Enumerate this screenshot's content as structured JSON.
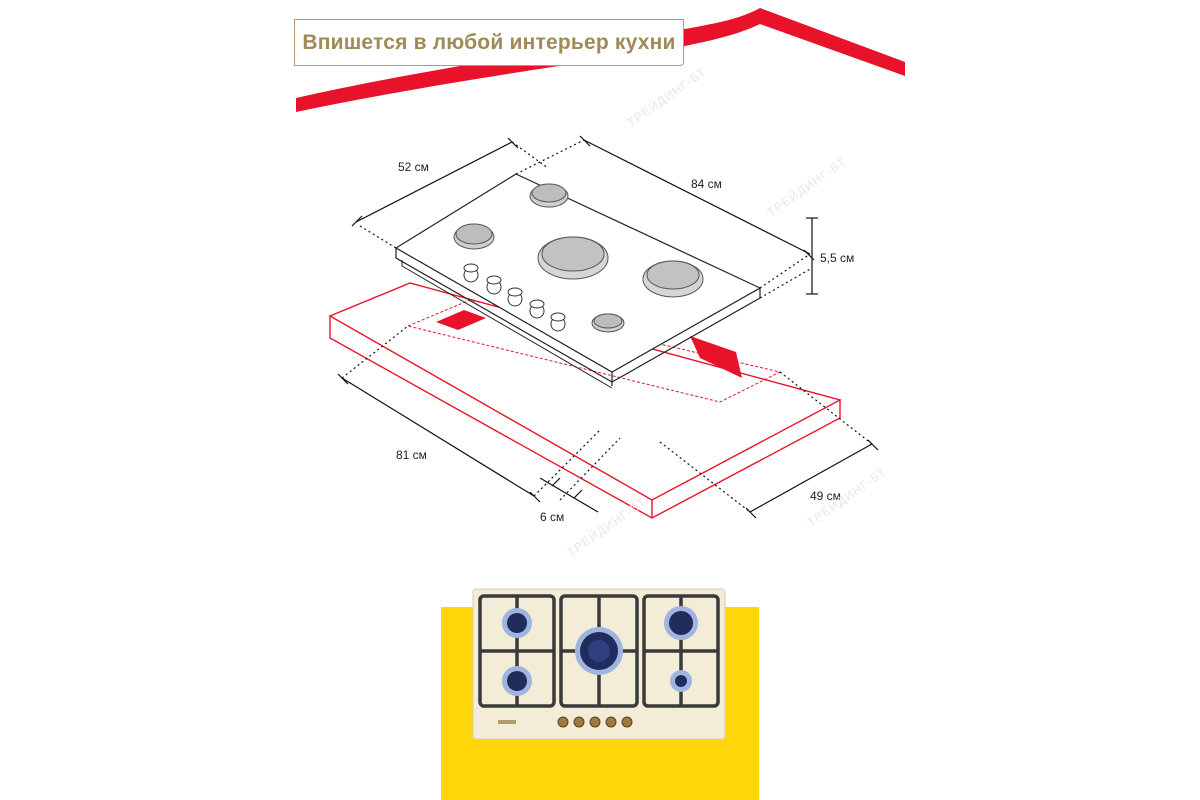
{
  "title": "Впишется в любой интерьер кухни",
  "dimensions": {
    "hob_depth": "52 см",
    "hob_width": "84 см",
    "hob_height": "5,5 см",
    "cutout_width": "81 см",
    "cutout_depth": "49 см",
    "offset": "6 см"
  },
  "watermark": "ТРЕЙДИНГ-БТ",
  "colors": {
    "accent_red": "#e8132b",
    "title_gold": "#a08a55",
    "yellow_bg": "#ffd60a",
    "hob_cream": "#f3ecd6",
    "grate": "#3a3a3a",
    "burner_cap": "#1f2c5c",
    "knob_brass": "#a07a3b"
  },
  "icons": {
    "hob_photo_brand": "brand-logo-icon"
  }
}
